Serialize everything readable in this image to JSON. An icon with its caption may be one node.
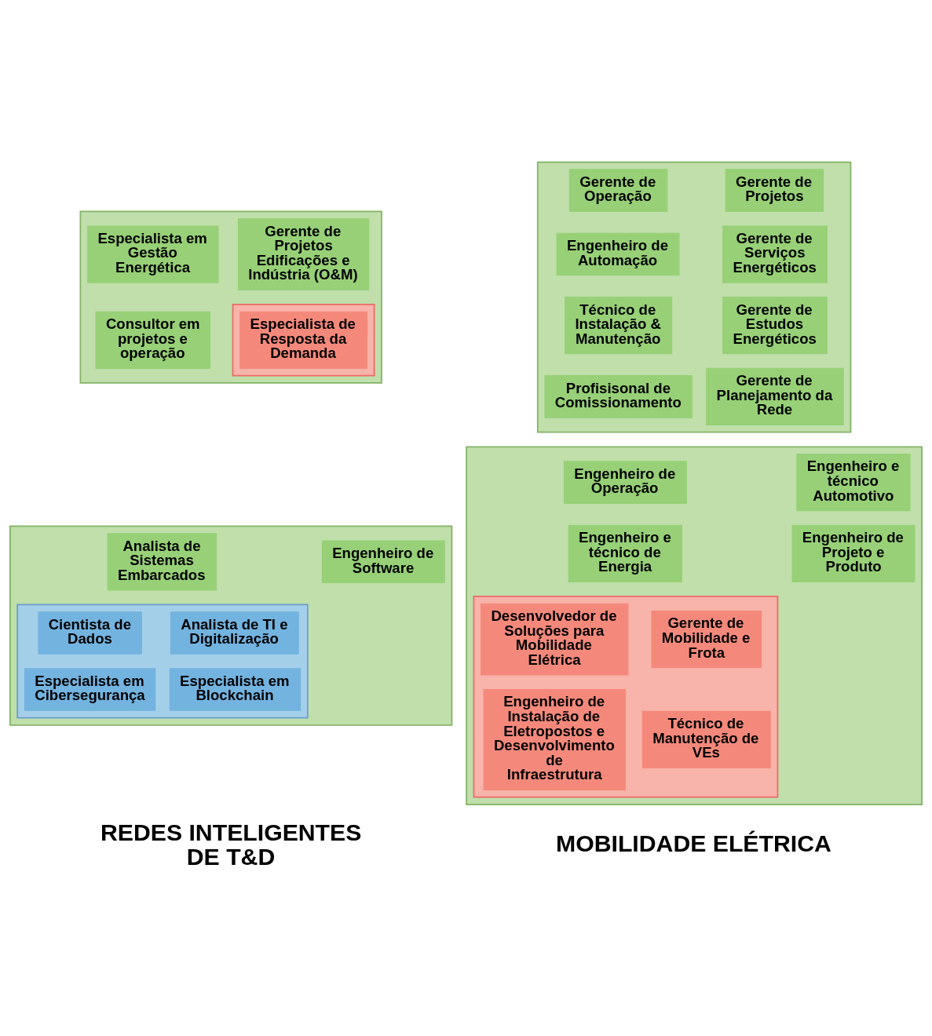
{
  "diagram": {
    "nodes": [
      {
        "text": [],
        "shape": "box"
      },
      {
        "text": [
          "Especialista em Gestão Energética"
        ],
        "in": 0
      },
      {
        "text": [
          "Gerente de Projetos Edificações e Indústria (O&M)"
        ],
        "in": 0
      },
      {
        "text": [
          "Consultor em projetos e operação"
        ],
        "in": 0
      },
      {
        "text": [],
        "shape": "box",
        "in": 0
      },
      {
        "text": [
          "Especialista de Resposta da Demanda"
        ],
        "in": 4
      },
      {
        "text": [],
        "shape": "box"
      },
      {
        "text": [
          "Gerente de Operação"
        ],
        "in": 6
      },
      {
        "text": [
          "Gerente de Projetos"
        ],
        "in": 6
      },
      {
        "text": [
          "Engenheiro de Automação"
        ],
        "in": 6
      },
      {
        "text": [
          "Gerente de Serviços Energéticos"
        ],
        "in": 6
      },
      {
        "text": [
          "Técnico de Instalação & Manutenção"
        ],
        "in": 6
      },
      {
        "text": [
          "Gerente de Estudos Energéticos"
        ],
        "in": 6
      },
      {
        "text": [
          "Profisisonal de Comissionamento"
        ],
        "in": 6
      },
      {
        "text": [
          "Gerente de Planejamento da Rede"
        ],
        "in": 6
      },
      {
        "text": [],
        "shape": "box"
      },
      {
        "text": [],
        "shape": "box",
        "in": 15
      },
      {
        "text": [
          "Cientista de Dados"
        ],
        "in": 16
      },
      {
        "text": [
          "Analista de TI e Digitalização"
        ],
        "in": 16
      },
      {
        "text": [
          "Especialista em Cibersegurança"
        ],
        "in": 16
      },
      {
        "text": [
          "Especialista em Blockchain"
        ],
        "in": 16
      },
      {
        "text": [
          "Analista de Sistemas Embarcados"
        ],
        "in": 15
      },
      {
        "text": [
          "Engenheiro de Software"
        ],
        "in": 15
      },
      {
        "text": [],
        "shape": "box"
      },
      {
        "text": [],
        "shape": "box",
        "in": 23
      },
      {
        "text": [
          "Desenvolvedor de Soluções para Mobilidade Elétrica"
        ],
        "in": 24
      },
      {
        "text": [
          "Gerente de Mobilidade e Frota"
        ],
        "in": 24
      },
      {
        "text": [
          "Engenheiro de Instalação de Eletropostos e Desenvolvimento de Infraestrutura"
        ],
        "in": 24
      },
      {
        "text": [
          "Técnico de Manutenção de VEs"
        ],
        "in": 24
      },
      {
        "text": [
          "Engenheiro de Operação"
        ],
        "in": 23
      },
      {
        "text": [
          "Engenheiro e técnico Automotivo"
        ],
        "in": 23
      },
      {
        "text": [
          "Engenheiro e técnico de Energia"
        ],
        "in": 23
      },
      {
        "text": [
          "Engenheiro de Projeto e Produto"
        ],
        "in": 23
      }
    ],
    "edges": [],
    "labels": [
      "REDES INTELIGENTES DE T&D",
      "MOBILIDADE ELÉTRICA"
    ]
  }
}
